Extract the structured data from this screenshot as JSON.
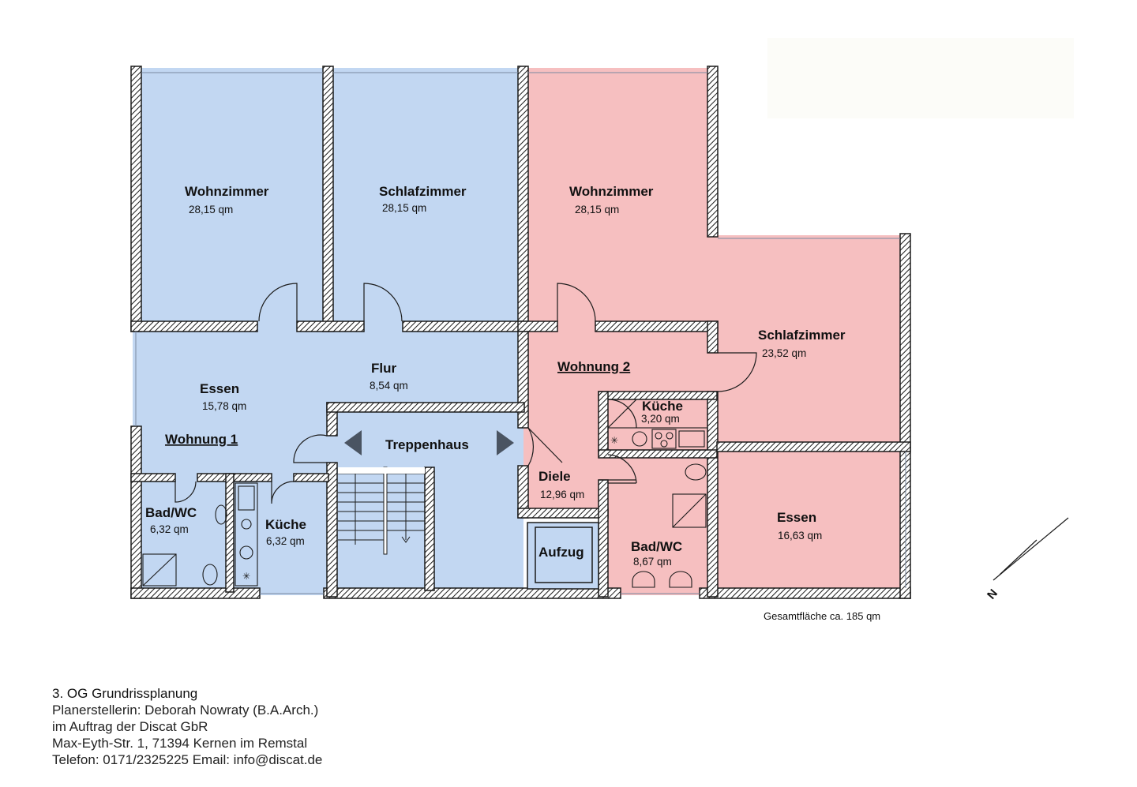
{
  "plan": {
    "rooms": {
      "wohnzimmer_w1": {
        "name": "Wohnzimmer",
        "area": "28,15 qm"
      },
      "schlafzimmer_w1": {
        "name": "Schlafzimmer",
        "area": "28,15 qm"
      },
      "wohnzimmer_w2": {
        "name": "Wohnzimmer",
        "area": "28,15 qm"
      },
      "schlafzimmer_w2": {
        "name": "Schlafzimmer",
        "area": "23,52 qm"
      },
      "flur": {
        "name": "Flur",
        "area": "8,54 qm"
      },
      "essen_w1": {
        "name": "Essen",
        "area": "15,78 qm"
      },
      "treppenhaus": {
        "name": "Treppenhaus"
      },
      "kueche_w2": {
        "name": "Küche",
        "area": "3,20 qm"
      },
      "diele": {
        "name": "Diele",
        "area": "12,96 qm"
      },
      "essen_w2": {
        "name": "Essen",
        "area": "16,63 qm"
      },
      "bad_w1": {
        "name": "Bad/WC",
        "area": "6,32 qm"
      },
      "kueche_w1": {
        "name": "Küche",
        "area": "6,32 qm"
      },
      "aufzug": {
        "name": "Aufzug"
      },
      "bad_w2": {
        "name": "Bad/WC",
        "area": "8,67 qm"
      }
    },
    "units": {
      "w1": "Wohnung 1",
      "w2": "Wohnung 2"
    },
    "total_area": "Gesamtfläche ca. 185 qm",
    "north_label": "N",
    "colors": {
      "unit1": "#c2d7f2",
      "unit2": "#f6bfc0",
      "wall": "#1b1b1b"
    }
  },
  "footer": {
    "line1": "3. OG Grundrissplanung",
    "line2": "Planerstellerin: Deborah Nowraty (B.A.Arch.)",
    "line3": "im Auftrag der Discat GbR",
    "line4": "Max-Eyth-Str. 1, 71394 Kernen im Remstal",
    "line5": "Telefon: 0171/2325225 Email: info@discat.de"
  }
}
